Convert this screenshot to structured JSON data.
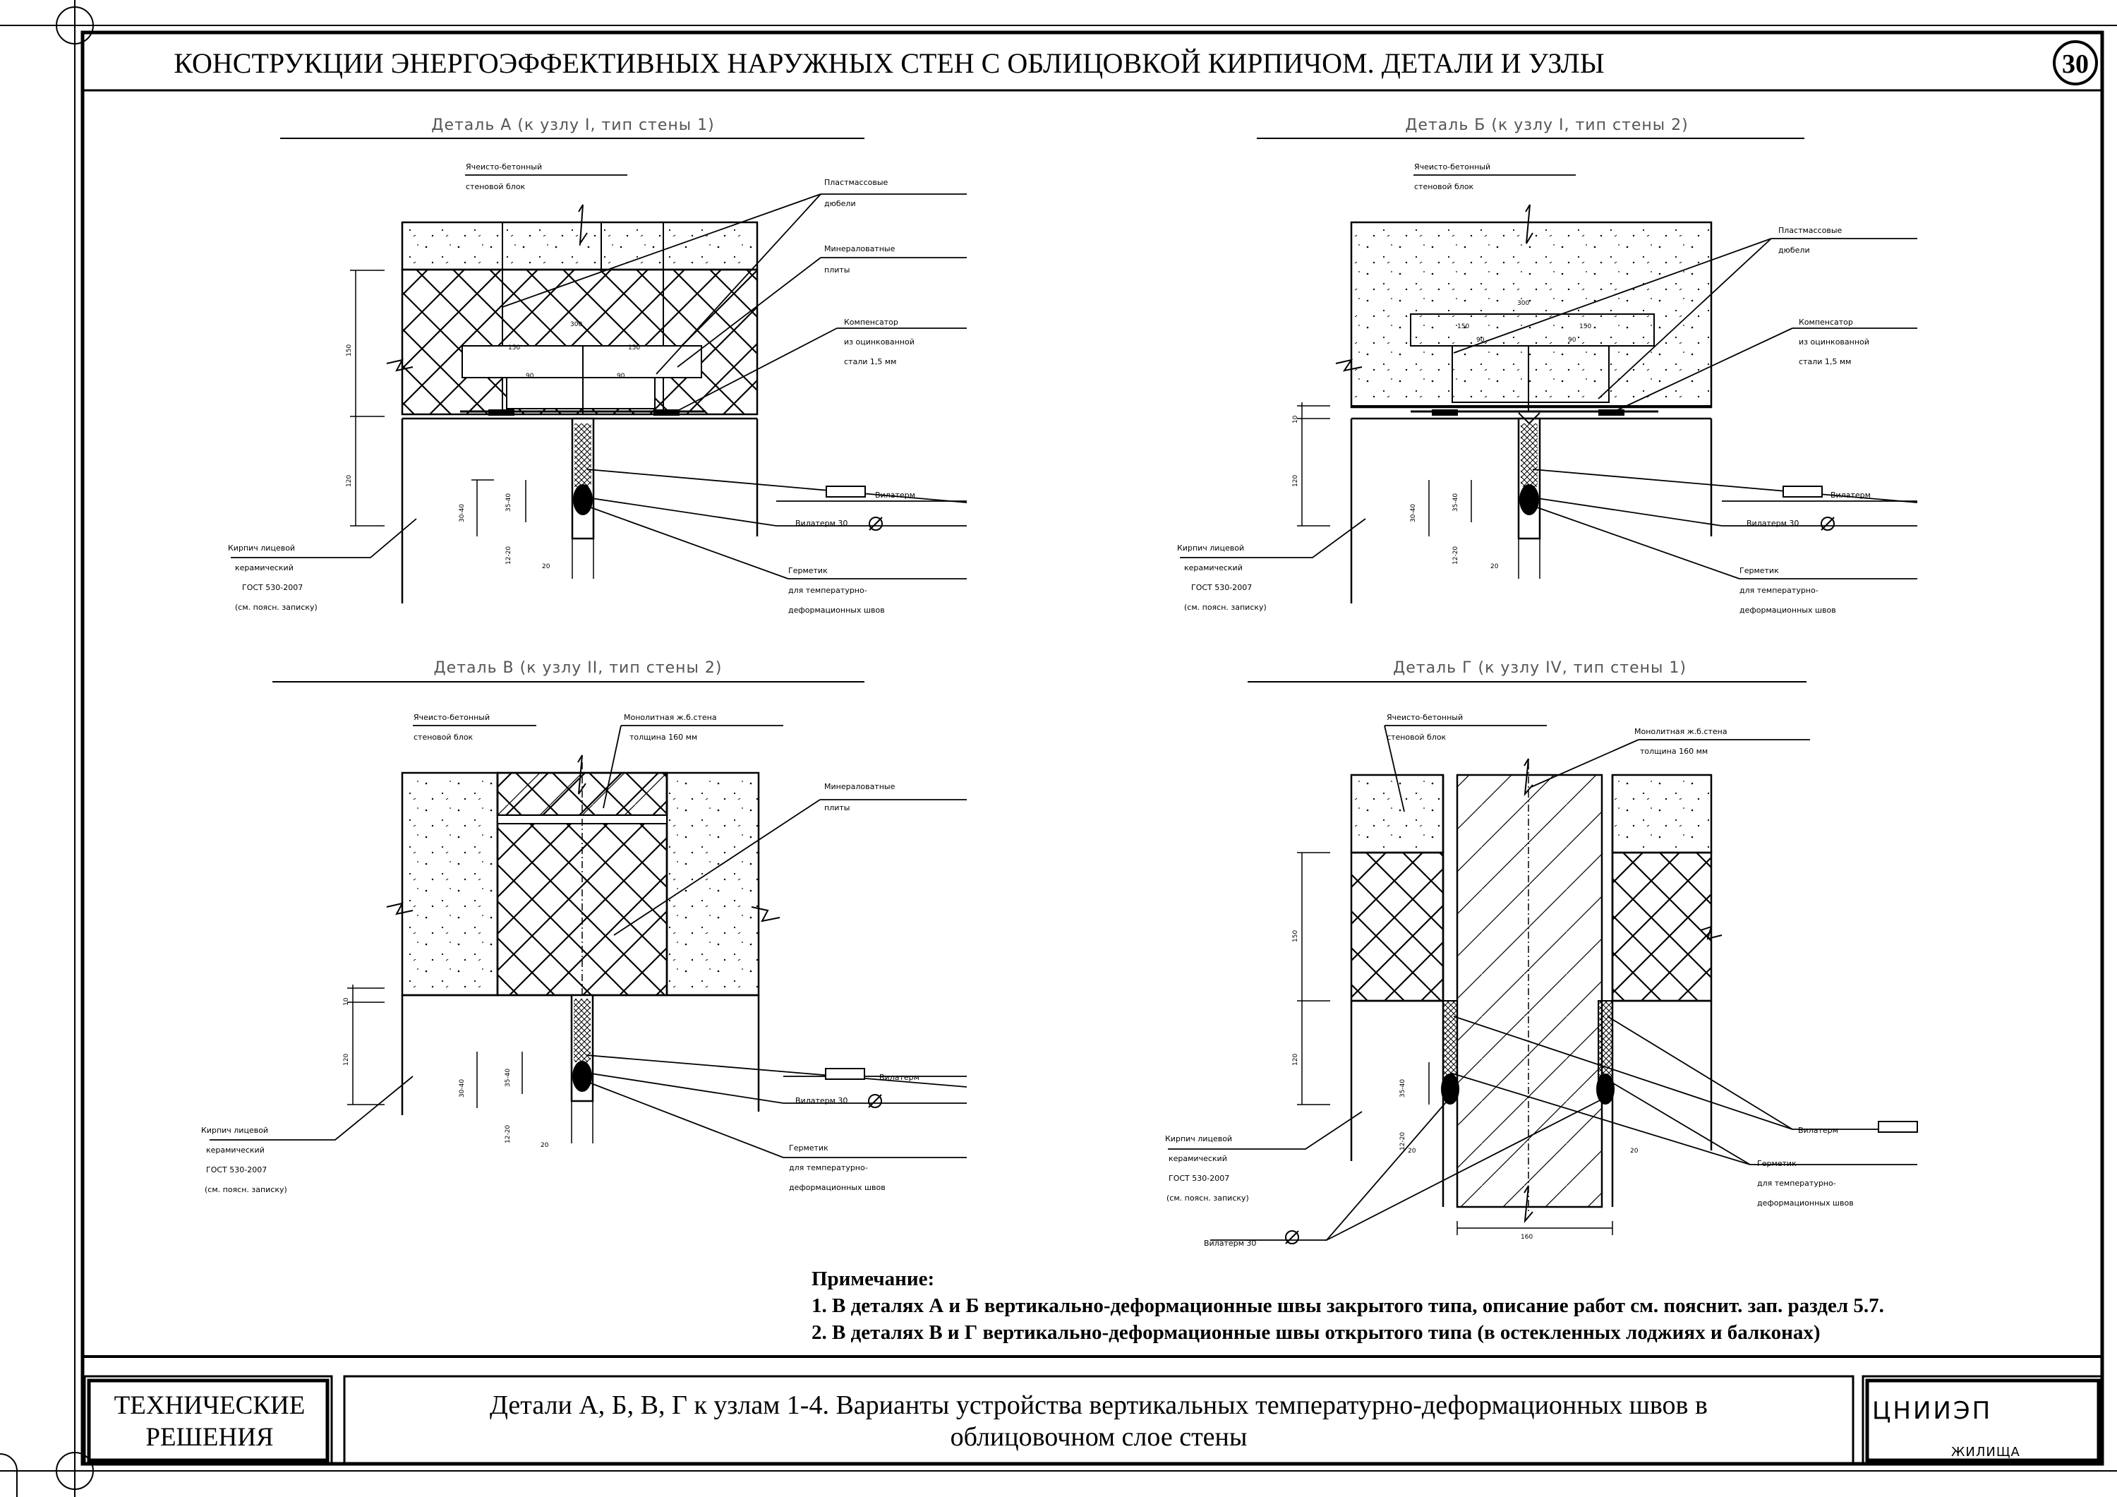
{
  "header": {
    "title": "КОНСТРУКЦИИ ЭНЕРГОЭФФЕКТИВНЫХ НАРУЖНЫХ СТЕН С ОБЛИЦОВКОЙ КИРПИЧОМ. ДЕТАЛИ И УЗЛЫ",
    "page_number": "30"
  },
  "details": [
    {
      "title": "Деталь А (к узлу I, тип стены 1)",
      "labels": {
        "block": [
          "Ячеисто-бетонный",
          "стеновой блок"
        ],
        "dowels": [
          "Пластмассовые",
          "дюбели"
        ],
        "mineral": [
          "Минераловатные",
          "плиты"
        ],
        "compensator": [
          "Компенсатор",
          "из оцинкованной",
          "стали 1,5 мм"
        ],
        "vilaterm": "Вилатерм",
        "vilaterm30": "Вилатерм   30",
        "brick": [
          "Кирпич лицевой",
          "керамический",
          "ГОСТ 530-2007",
          "(см. поясн. записку)"
        ],
        "sealant": [
          "Герметик",
          "для температурно-",
          "деформационных швов"
        ]
      },
      "dims": [
        "150",
        "120",
        "300",
        "150",
        "150",
        "90",
        "90",
        "30-40",
        "35-40",
        "12-20",
        "20"
      ]
    },
    {
      "title": "Деталь Б (к узлу I, тип стены 2)",
      "labels": {
        "block": [
          "Ячеисто-бетонный",
          "стеновой блок"
        ],
        "dowels": [
          "Пластмассовые",
          "дюбели"
        ],
        "compensator": [
          "Компенсатор",
          "из оцинкованной",
          "стали 1,5 мм"
        ],
        "vilaterm": "Вилатерм",
        "vilaterm30": "Вилатерм   30",
        "brick": [
          "Кирпич лицевой",
          "керамический",
          "ГОСТ 530-2007",
          "(см. поясн. записку)"
        ],
        "sealant": [
          "Герметик",
          "для температурно-",
          "деформационных швов"
        ]
      },
      "dims": [
        "10",
        "120",
        "300",
        "150",
        "150",
        "90",
        "90",
        "30-40",
        "35-40",
        "12-20",
        "20"
      ]
    },
    {
      "title": "Деталь В (к узлу II, тип стены 2)",
      "labels": {
        "block": [
          "Ячеисто-бетонный",
          "стеновой блок"
        ],
        "monolith": [
          "Монолитная ж.б.стена",
          "толщина 160 мм"
        ],
        "mineral": [
          "Минераловатные",
          "плиты"
        ],
        "vilaterm": "Вилатерм",
        "vilaterm30": "Вилатерм   30",
        "brick": [
          "Кирпич лицевой",
          "керамический",
          "ГОСТ 530-2007",
          "(см. поясн. записку)"
        ],
        "sealant": [
          "Герметик",
          "для температурно-",
          "деформационных швов"
        ]
      },
      "dims": [
        "10",
        "120",
        "30-40",
        "35-40",
        "12-20",
        "20"
      ]
    },
    {
      "title": "Деталь Г (к узлу IV, тип стены 1)",
      "labels": {
        "block": [
          "Ячеисто-бетонный",
          "стеновой блок"
        ],
        "monolith": [
          "Монолитная ж.б.стена",
          "толщина 160 мм"
        ],
        "vilaterm": "Вилатерм",
        "vilaterm30": "Вилатерм   30",
        "brick": [
          "Кирпич лицевой",
          "керамический",
          "ГОСТ 530-2007",
          "(см. поясн. записку)"
        ],
        "sealant": [
          "Герметик",
          "для температурно-",
          "деформационных швов"
        ]
      },
      "dims": [
        "150",
        "120",
        "35-40",
        "12-20",
        "20",
        "20",
        "160"
      ]
    }
  ],
  "note": {
    "heading": "Примечание:",
    "lines": [
      "1. В деталях А и Б вертикально-деформационные швы закрытого типа, описание работ см. пояснит. зап. раздел 5.7.",
      "2. В деталях В и Г вертикально-деформационные швы открытого типа (в остекленных лоджиях и балконах)"
    ]
  },
  "title_block": {
    "left": [
      "ТЕХНИЧЕСКИЕ",
      "РЕШЕНИЯ"
    ],
    "center": [
      "Детали А, Б, В, Г к узлам 1-4. Варианты устройства вертикальных температурно-деформационных швов в",
      "облицовочном слое стены"
    ],
    "org": "ЦНИИЭП",
    "org_sub": "ЖИЛИЩА"
  }
}
